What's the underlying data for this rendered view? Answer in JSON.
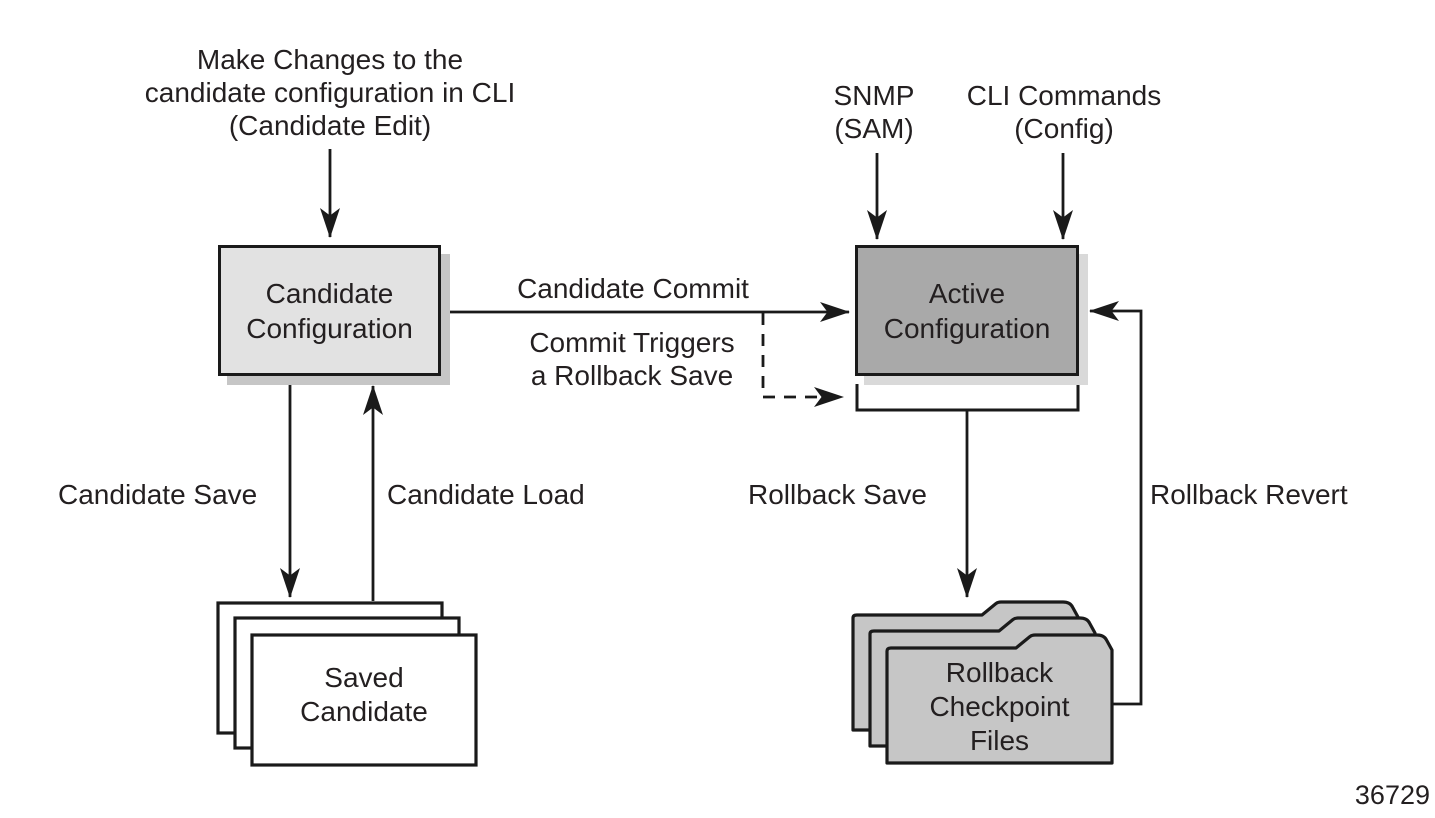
{
  "figure": {
    "number": "36729"
  },
  "colors": {
    "candidate_box_fill": "#e2e2e2",
    "active_box_fill": "#a9a9a9",
    "folder_fill": "#c6c6c6",
    "page_fill": "#ffffff",
    "line_color": "#1a1a1a"
  },
  "labels": {
    "make_changes": [
      "Make Changes to the",
      "candidate configuration in CLI",
      "(Candidate Edit)"
    ],
    "snmp": [
      "SNMP",
      "(SAM)"
    ],
    "cli_commands": [
      "CLI Commands",
      "(Config)"
    ],
    "candidate_commit": "Candidate Commit",
    "commit_triggers": [
      "Commit Triggers",
      "a Rollback Save"
    ],
    "candidate_save": "Candidate Save",
    "candidate_load": "Candidate Load",
    "rollback_save": "Rollback Save",
    "rollback_revert": "Rollback Revert"
  },
  "nodes": {
    "candidate_configuration": [
      "Candidate",
      "Configuration"
    ],
    "active_configuration": [
      "Active",
      "Configuration"
    ],
    "saved_candidate": [
      "Saved",
      "Candidate"
    ],
    "rollback_checkpoint_files": [
      "Rollback",
      "Checkpoint",
      "Files"
    ]
  }
}
